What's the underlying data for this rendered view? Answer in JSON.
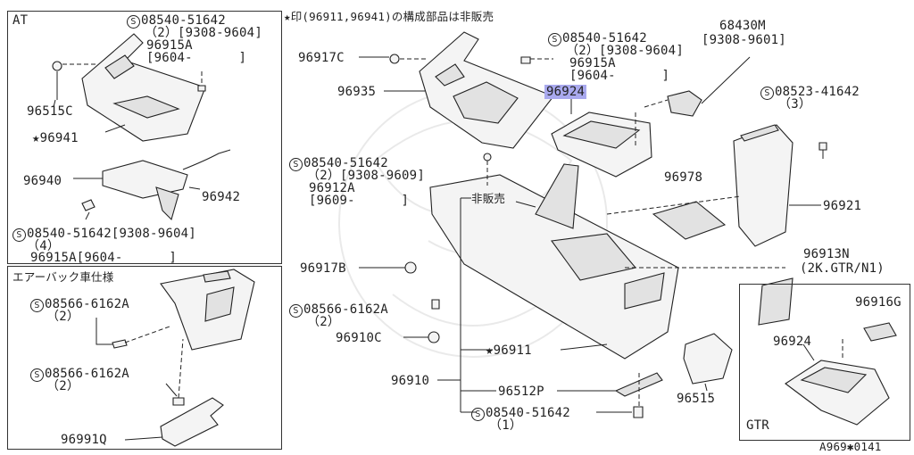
{
  "note": "★印(96911,96941)の構成部品は非販売",
  "ref_code": "A969✱0141",
  "panels": {
    "at": {
      "title": "AT"
    },
    "airbag": {
      "title": "エアーバック車仕様"
    },
    "gtr": {
      "title": "GTR"
    }
  },
  "labels": {
    "l1": "08540-51642",
    "l2": "（2）[9308-9604]",
    "l3": "96915A",
    "l4": "[9604-      ]",
    "l5": "96515C",
    "l6": "★96941",
    "l7": "96940",
    "l8": "96942",
    "l9": "08540-51642[9308-9604]",
    "l10": "（4）",
    "l11": "96915A[9604-      ]",
    "l12": "08566-6162A",
    "l13": "（2）",
    "l14": "08566-6162A",
    "l15": "（2）",
    "l16": "96991Q",
    "m1": "96917C",
    "m2": "96935",
    "m3": "08540-51642",
    "m4": "（2）[9308-9604]",
    "m5": "96915A",
    "m6": "[9604-      ]",
    "m7": "96924",
    "m8": "68430M",
    "m9": "[9308-9601]",
    "m10": "08523-41642",
    "m11": "（3）",
    "m12": "08540-51642",
    "m13": "（2）[9308-9609]",
    "m14": "96912A",
    "m15": "[9609-      ]",
    "m16": "非販売",
    "m17": "96978",
    "m18": "96921",
    "m19": "96917B",
    "m20": "96913N",
    "m21": "(2K.GTR/N1)",
    "m22": "08566-6162A",
    "m23": "（2）",
    "m24": "96910C",
    "m25": "★96911",
    "m26": "96910",
    "m27": "96512P",
    "m28": "08540-51642",
    "m29": "（1）",
    "m30": "96515",
    "g1": "96916G",
    "g2": "96924"
  }
}
